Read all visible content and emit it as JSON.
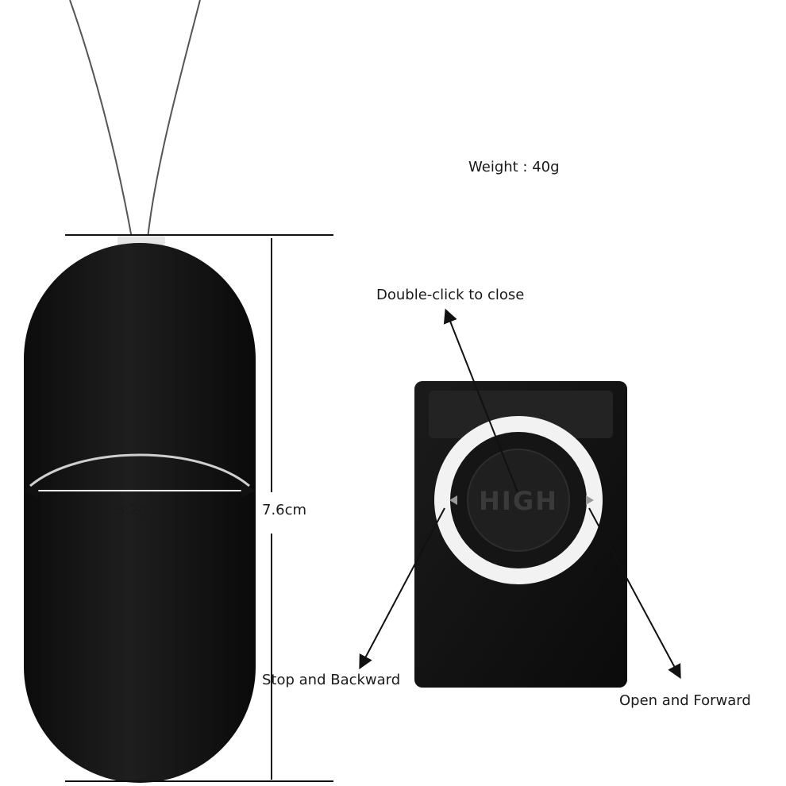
{
  "specs": {
    "weight": "Weight : 40g",
    "width": "3.2cm",
    "height": "7.6cm"
  },
  "remote": {
    "button_text": "HIGH",
    "callouts": {
      "close": "Double-click to close",
      "backward": "Stop and Backward",
      "forward": "Open and Forward"
    }
  },
  "colors": {
    "product_body": "#141414",
    "remote_ring": "#f2f2f2",
    "line": "#111111"
  }
}
